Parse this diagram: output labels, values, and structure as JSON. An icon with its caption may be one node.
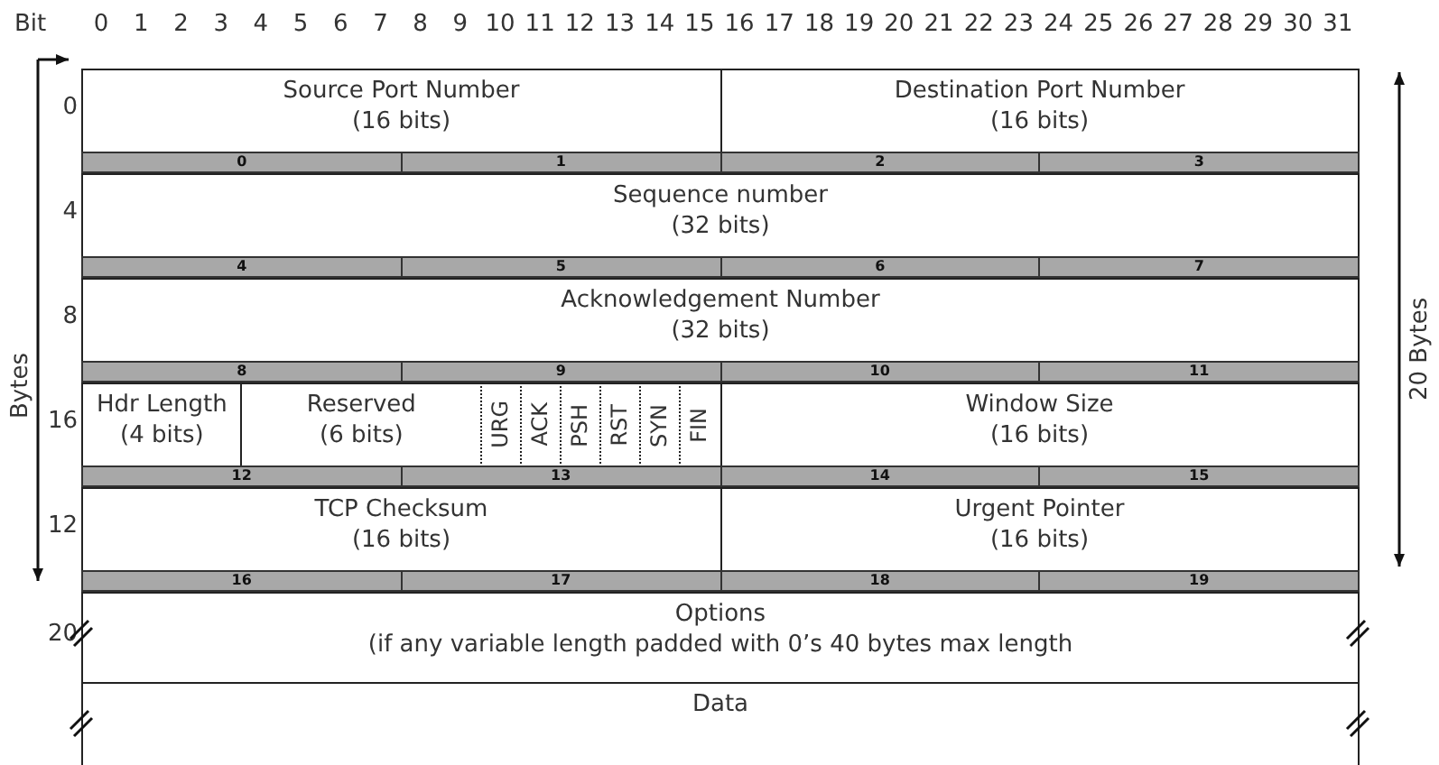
{
  "diagram": {
    "nodes": [
      {
        "text": [
          "Source Port Number",
          "(16 bits)"
        ]
      },
      {
        "text": [
          "Destination Port Number",
          "(16 bits)"
        ]
      },
      {
        "text": [
          "Sequence number",
          "(32 bits)"
        ]
      },
      {
        "text": [
          "Acknowledgement Number",
          "(32 bits)"
        ]
      },
      {
        "text": [
          "Hdr Length",
          "(4 bits)"
        ]
      },
      {
        "text": [
          "Reserved",
          "(6 bits)"
        ]
      },
      {
        "text": [
          "URG"
        ]
      },
      {
        "text": [
          "ACK"
        ]
      },
      {
        "text": [
          "PSH"
        ]
      },
      {
        "text": [
          "RST"
        ]
      },
      {
        "text": [
          "SYN"
        ]
      },
      {
        "text": [
          "FIN"
        ]
      },
      {
        "text": [
          "Window Size",
          "(16 bits)"
        ]
      },
      {
        "text": [
          "TCP Checksum",
          "(16 bits)"
        ]
      },
      {
        "text": [
          "Urgent Pointer",
          "(16 bits)"
        ]
      },
      {
        "text": [
          "Options",
          "(if any variable length padded with 0’s 40 bytes max length"
        ]
      },
      {
        "text": [
          "Data"
        ]
      }
    ],
    "edges": [],
    "labels": [
      "Bit",
      "0",
      "1",
      "2",
      "3",
      "4",
      "5",
      "6",
      "7",
      "8",
      "9",
      "10",
      "11",
      "12",
      "13",
      "14",
      "15",
      "16",
      "17",
      "18",
      "19",
      "20",
      "21",
      "22",
      "23",
      "24",
      "25",
      "26",
      "27",
      "28",
      "29",
      "30",
      "31",
      "Bytes",
      "20 Bytes",
      "0",
      "4",
      "8",
      "16",
      "12",
      "20",
      "0",
      "1",
      "2",
      "3",
      "4",
      "5",
      "6",
      "7",
      "8",
      "9",
      "10",
      "11",
      "12",
      "13",
      "14",
      "15",
      "16",
      "17",
      "18",
      "19"
    ]
  }
}
